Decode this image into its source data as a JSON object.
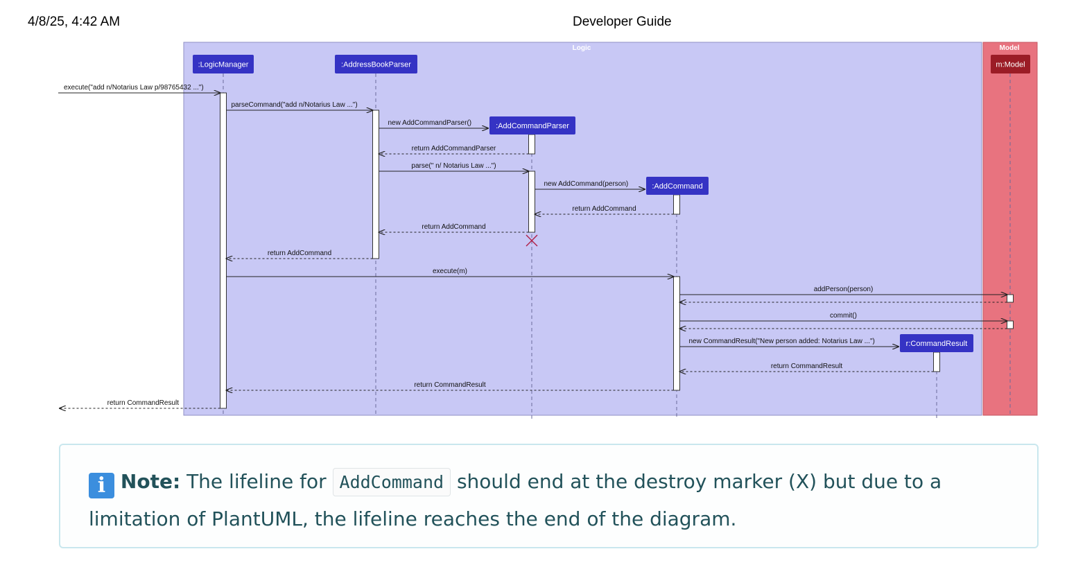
{
  "header": {
    "date": "4/8/25, 4:42 AM",
    "title": "Developer Guide"
  },
  "boxes": {
    "logic": "Logic",
    "model": "Model"
  },
  "participants": [
    {
      "id": "lm",
      "label": ":LogicManager"
    },
    {
      "id": "abp",
      "label": ":AddressBookParser"
    },
    {
      "id": "acp",
      "label": ":AddCommandParser"
    },
    {
      "id": "ac",
      "label": ":AddCommand"
    },
    {
      "id": "cr",
      "label": "r:CommandResult"
    },
    {
      "id": "m",
      "label": "m:Model"
    }
  ],
  "messages": [
    {
      "label": "execute(\"add n/Notarius Law p/98765432 ...\")",
      "from": "ext",
      "to": "lm",
      "type": "sync"
    },
    {
      "label": "parseCommand(\"add n/Notarius Law ...\")",
      "from": "lm",
      "to": "abp",
      "type": "sync"
    },
    {
      "label": "new AddCommandParser()",
      "from": "abp",
      "to": "acp",
      "type": "create"
    },
    {
      "label": "return AddCommandParser",
      "from": "acp",
      "to": "abp",
      "type": "return"
    },
    {
      "label": "parse(\" n/ Notarius Law ...\")",
      "from": "abp",
      "to": "acp",
      "type": "sync"
    },
    {
      "label": "new AddCommand(person)",
      "from": "acp",
      "to": "ac",
      "type": "create"
    },
    {
      "label": "return AddCommand",
      "from": "ac",
      "to": "acp",
      "type": "return"
    },
    {
      "label": "return AddCommand",
      "from": "acp",
      "to": "abp",
      "type": "return"
    },
    {
      "label": "return AddCommand",
      "from": "abp",
      "to": "lm",
      "type": "return"
    },
    {
      "label": "execute(m)",
      "from": "lm",
      "to": "ac",
      "type": "sync"
    },
    {
      "label": "addPerson(person)",
      "from": "ac",
      "to": "m",
      "type": "sync"
    },
    {
      "label": "",
      "from": "m",
      "to": "ac",
      "type": "return"
    },
    {
      "label": "commit()",
      "from": "ac",
      "to": "m",
      "type": "sync"
    },
    {
      "label": "",
      "from": "m",
      "to": "ac",
      "type": "return"
    },
    {
      "label": "new CommandResult(\"New person added: Notarius Law ...\")",
      "from": "ac",
      "to": "cr",
      "type": "create"
    },
    {
      "label": "return CommandResult",
      "from": "cr",
      "to": "ac",
      "type": "return"
    },
    {
      "label": "return CommandResult",
      "from": "ac",
      "to": "lm",
      "type": "return"
    },
    {
      "label": "return CommandResult",
      "from": "lm",
      "to": "ext",
      "type": "return"
    }
  ],
  "destroyed": [
    "acp"
  ],
  "colors": {
    "logic_box": "#c8c8f5",
    "model_box": "#e8737f",
    "participant": "#3533c4",
    "model_participant": "#9b1c26",
    "destroy": "#b0224a",
    "note_border": "#c9e7ee",
    "note_text": "#22525a",
    "info_icon": "#3b8ede"
  },
  "note": {
    "icon": "i",
    "label": "Note:",
    "text_before": "The lifeline for",
    "code": "AddCommand",
    "text_after": "should end at the destroy marker (X) but due to a limitation of PlantUML, the lifeline reaches the end of the diagram."
  }
}
